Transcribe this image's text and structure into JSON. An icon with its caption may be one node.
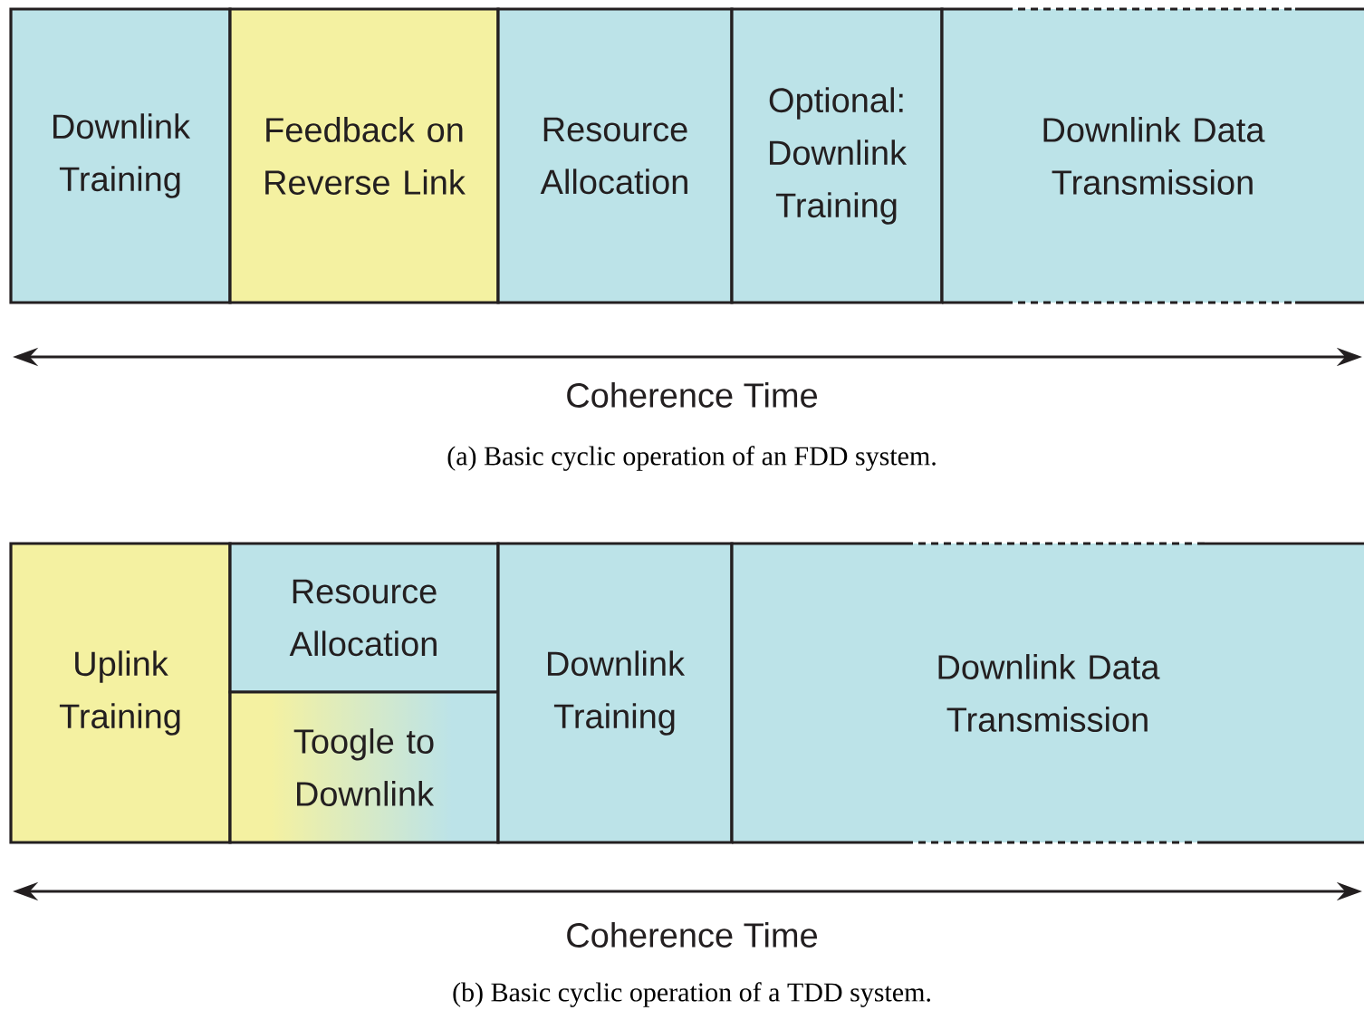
{
  "diagram": {
    "nodes": [
      {
        "text": [
          "Downlink Training"
        ]
      },
      {
        "text": [
          "Feedback on Reverse Link"
        ]
      },
      {
        "text": [
          "Resource Allocation"
        ]
      },
      {
        "text": [
          "Optional: Downlink Training"
        ]
      },
      {
        "text": [
          "Downlink Data Transmission"
        ]
      },
      {
        "text": [
          "Uplink Training"
        ]
      },
      {
        "text": [
          "Resource Allocation"
        ]
      },
      {
        "text": [
          "Toogle to Downlink"
        ]
      },
      {
        "text": [
          "Downlink Training"
        ]
      },
      {
        "text": [
          "Downlink Data Transmission"
        ]
      }
    ],
    "labels": [
      "Coherence Time",
      "(a) Basic cyclic operation of an FDD system.",
      "Coherence Time",
      "(b) Basic cyclic operation of a TDD system."
    ]
  }
}
